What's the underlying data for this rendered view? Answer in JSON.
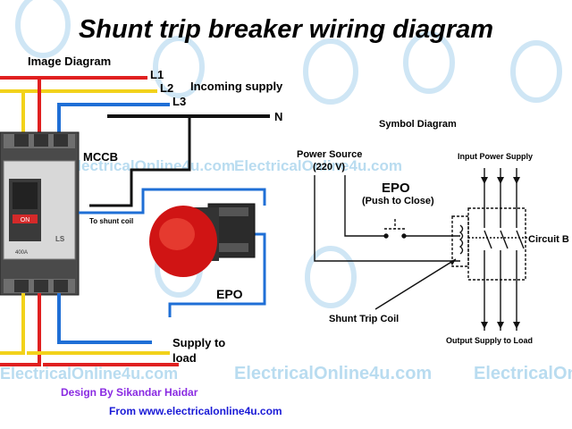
{
  "title": "Shunt trip breaker wiring diagram",
  "image_diagram_label": "Image Diagram",
  "symbol_diagram_label": "Symbol Diagram",
  "lines": {
    "l1": "L1",
    "l2": "L2",
    "l3": "L3",
    "neutral": "N"
  },
  "incoming_supply": "Incoming supply",
  "mccb_label": "MCCB",
  "to_shunt_coil": "To shunt coil",
  "breaker_on": "ON",
  "breaker_rating": "400A",
  "breaker_brand": "LS",
  "epo_label": "EPO",
  "supply_to_load": [
    "Supply to",
    "load"
  ],
  "power_source": [
    "Power Source",
    "(220 V)"
  ],
  "epo_symbol": [
    "EPO",
    "(Push to Close)"
  ],
  "input_power_supply": "Input Power Supply",
  "circuit_breaker_label": "Circuit B",
  "shunt_trip_coil": "Shunt Trip Coil",
  "output_supply": "Output Supply to Load",
  "credits": {
    "design": "Design By Sikandar Haidar",
    "from": "From www.electricalonline4u.com"
  },
  "watermark": "ElectricalOnline4u.com",
  "colors": {
    "red_wire": "#e02020",
    "yellow_wire": "#f2d21b",
    "blue_wire": "#1f6fd6",
    "black_wire": "#111111",
    "credit_purple": "#8a2be2",
    "credit_blue": "#1a1ad6"
  }
}
